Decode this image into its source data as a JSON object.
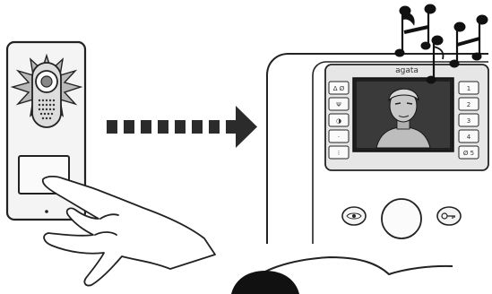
{
  "monitor": {
    "brand": "agata",
    "left_keys": [
      "Δ Ø",
      "Ψ",
      "◑",
      "·",
      "⁝"
    ],
    "right_keys": [
      "1",
      "2",
      "3",
      "4",
      "Ø 5"
    ]
  },
  "colors": {
    "outline": "#222222",
    "panel_fill": "#e6e6e6",
    "screen_dark": "#1f1f1f",
    "arrow": "#2b2b2b"
  },
  "icons": [
    "star-burst-icon",
    "music-notes-icon",
    "arrow-right-icon",
    "eye-icon",
    "key-icon"
  ]
}
